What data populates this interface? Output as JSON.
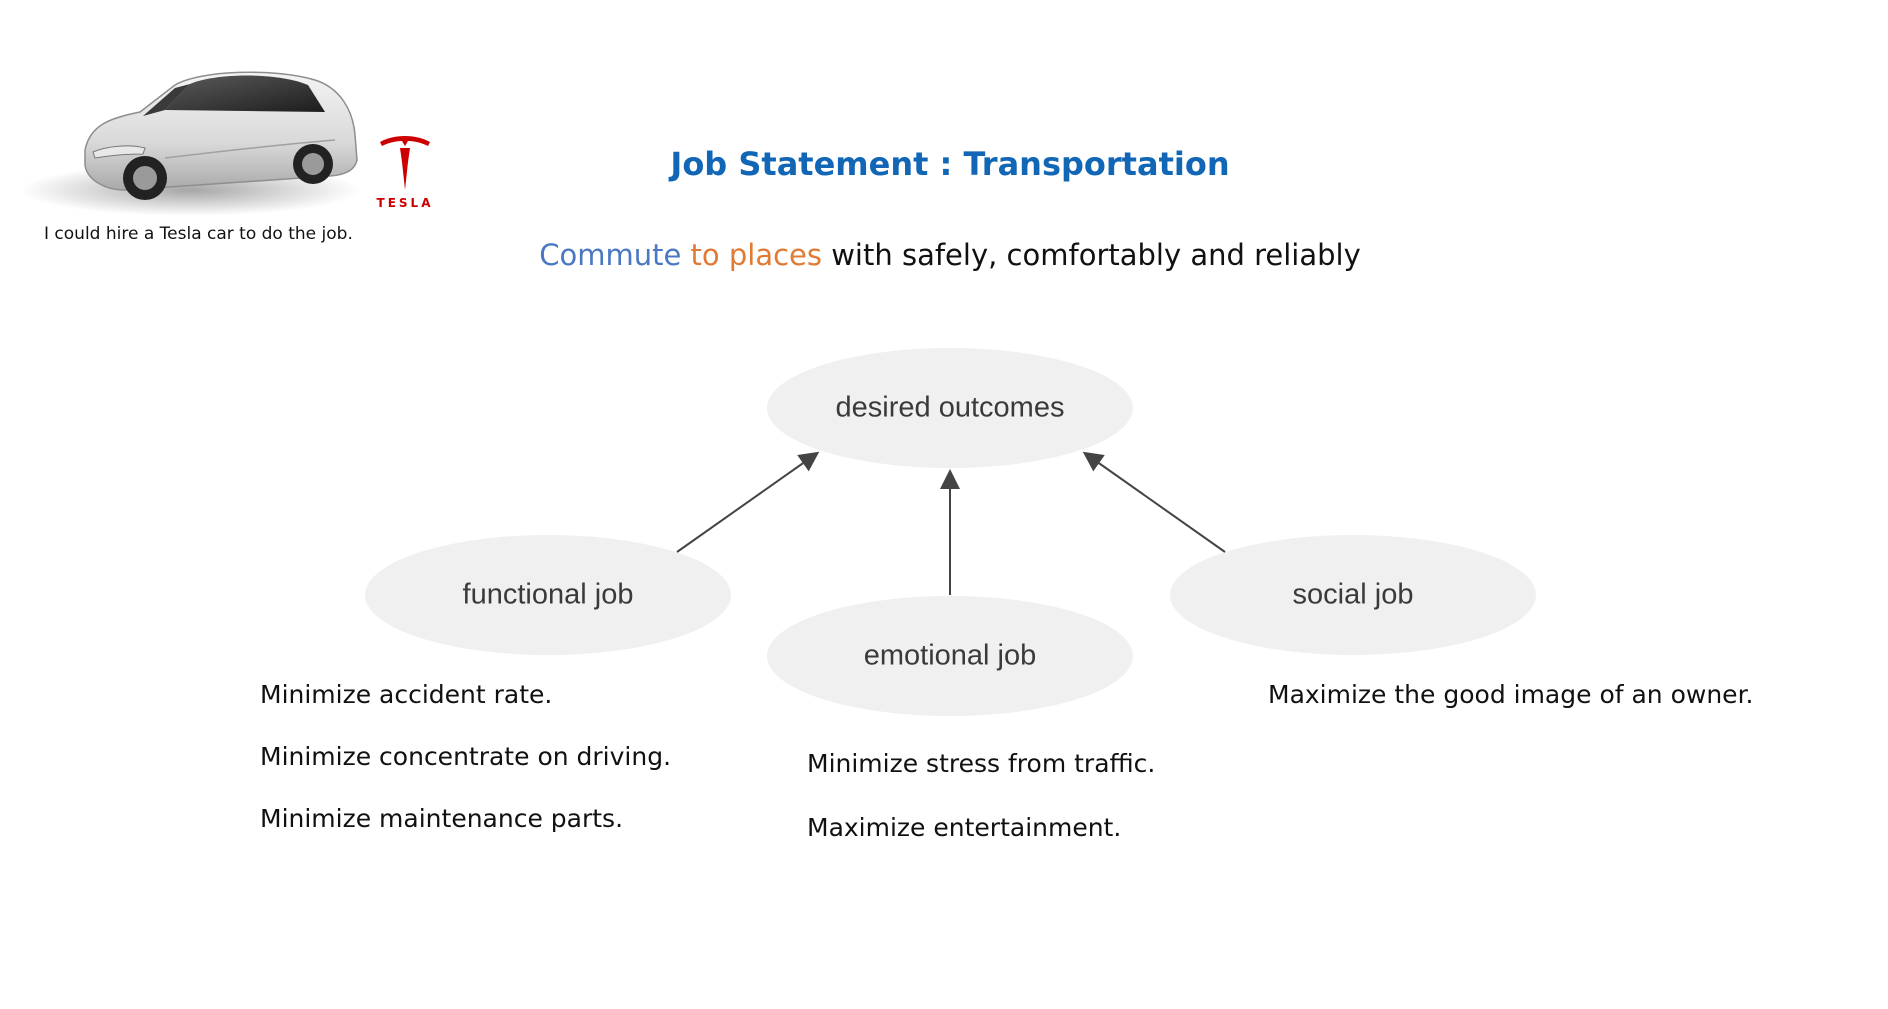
{
  "header": {
    "caption": "I could  hire a Tesla car to do the job.",
    "brand_wordmark": "TESLA",
    "title": "Job Statement : Transportation",
    "statement": {
      "commute": "Commute",
      "to_places": "to places",
      "rest": "with safely, comfortably and reliably"
    }
  },
  "diagram": {
    "center_node": "desired outcomes",
    "nodes": [
      {
        "label": "functional job",
        "items": [
          "Minimize accident rate.",
          "Minimize concentrate on driving.",
          "Minimize maintenance parts."
        ]
      },
      {
        "label": "emotional job",
        "items": [
          "Minimize stress from traffic.",
          "Maximize entertainment."
        ]
      },
      {
        "label": "social job",
        "items": [
          "Maximize the good image of an owner."
        ]
      }
    ]
  },
  "colors": {
    "title": "#1166b5",
    "commute": "#4a78c2",
    "to_places": "#e07a34",
    "ellipse_fill": "#f0f0f0",
    "arrow": "#444444",
    "tesla_red": "#cc0000"
  },
  "icons": {
    "car": "tesla-car-illustration",
    "logo": "tesla-logo"
  }
}
